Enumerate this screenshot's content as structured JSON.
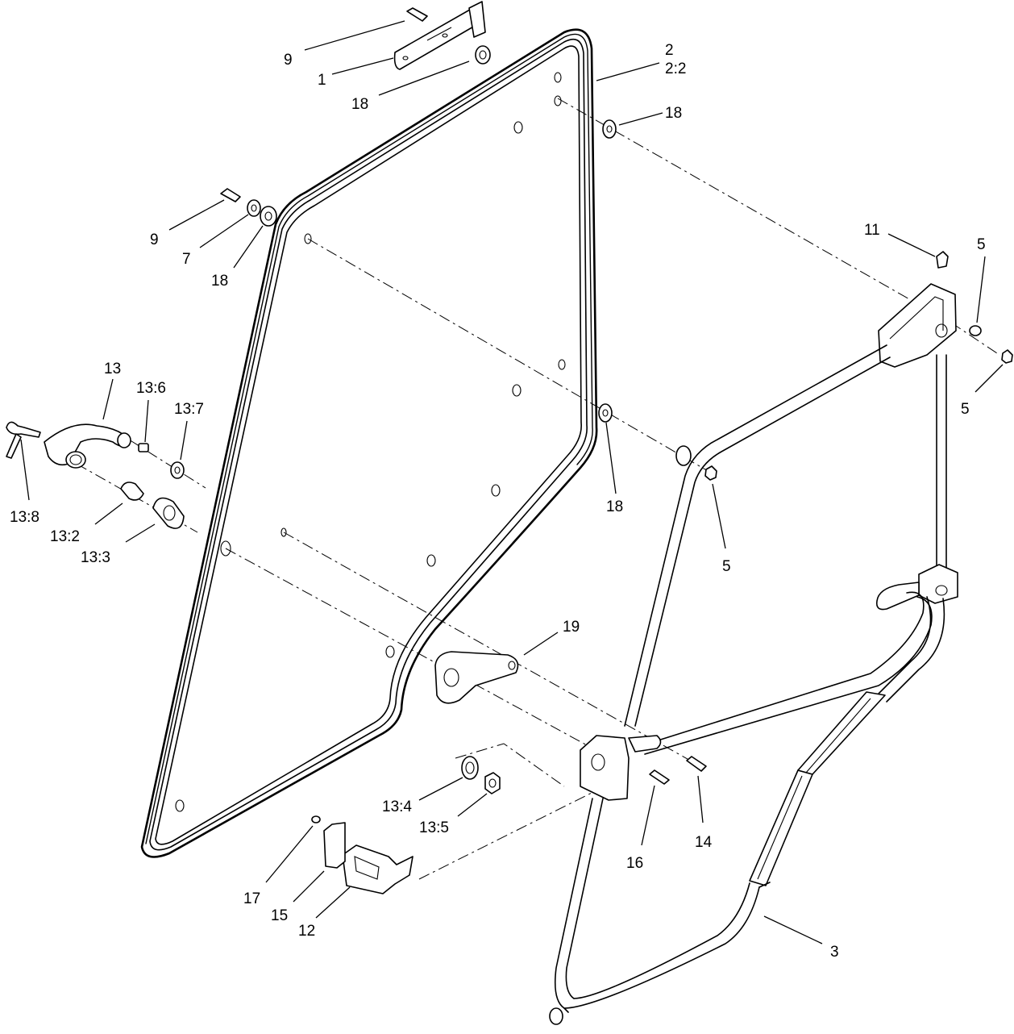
{
  "diagram": {
    "labels": [
      {
        "id": "c1",
        "text": "9"
      },
      {
        "id": "c2",
        "text": "1"
      },
      {
        "id": "c3",
        "text": "18"
      },
      {
        "id": "c4",
        "text": "2"
      },
      {
        "id": "c5",
        "text": "2:2"
      },
      {
        "id": "c6",
        "text": "18"
      },
      {
        "id": "c7",
        "text": "9"
      },
      {
        "id": "c8",
        "text": "7"
      },
      {
        "id": "c9",
        "text": "18"
      },
      {
        "id": "c10",
        "text": "11"
      },
      {
        "id": "c11",
        "text": "5"
      },
      {
        "id": "c12",
        "text": "5"
      },
      {
        "id": "c13",
        "text": "13"
      },
      {
        "id": "c14",
        "text": "13:6"
      },
      {
        "id": "c15",
        "text": "13:7"
      },
      {
        "id": "c16",
        "text": "18"
      },
      {
        "id": "c17",
        "text": "13:8"
      },
      {
        "id": "c18",
        "text": "13:2"
      },
      {
        "id": "c19",
        "text": "13:3"
      },
      {
        "id": "c20",
        "text": "5"
      },
      {
        "id": "c21",
        "text": "19"
      },
      {
        "id": "c22",
        "text": "13:4"
      },
      {
        "id": "c23",
        "text": "13:5"
      },
      {
        "id": "c24",
        "text": "14"
      },
      {
        "id": "c25",
        "text": "16"
      },
      {
        "id": "c26",
        "text": "17"
      },
      {
        "id": "c27",
        "text": "15"
      },
      {
        "id": "c28",
        "text": "12"
      },
      {
        "id": "c29",
        "text": "3"
      }
    ]
  }
}
